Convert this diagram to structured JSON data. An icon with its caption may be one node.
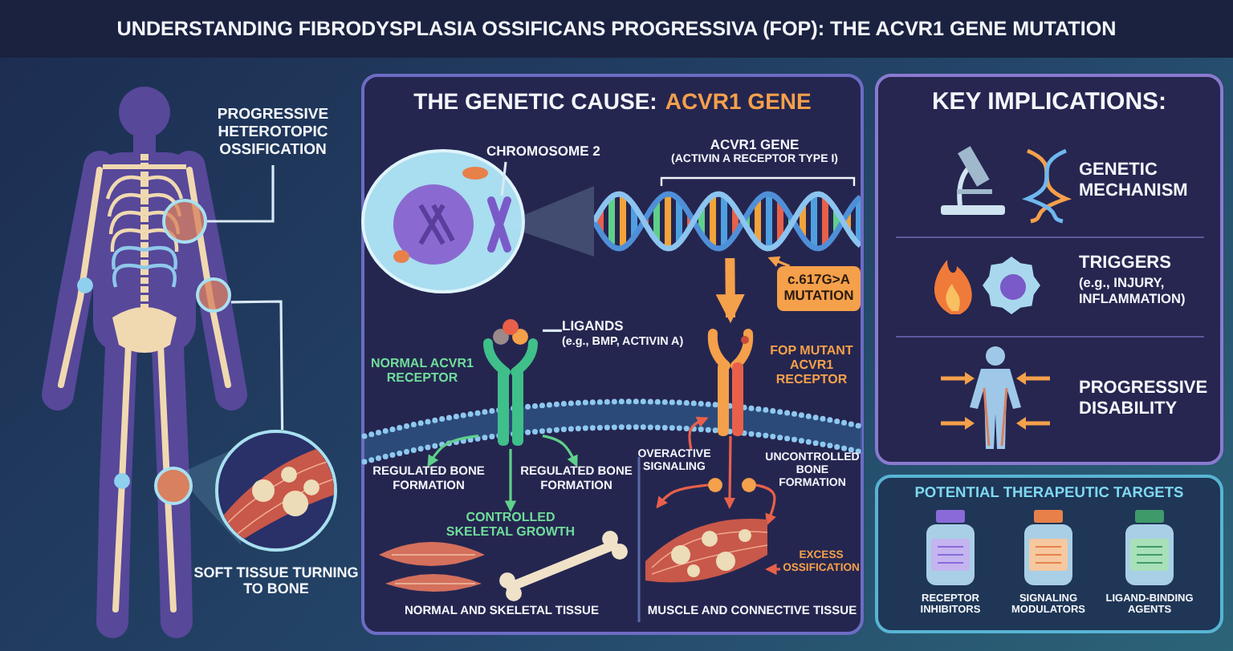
{
  "diagram": {
    "title": "UNDERSTANDING FIBRODYSPLASIA OSSIFICANS PROGRESSIVA (FOP): THE ACVR1 GENE MUTATION",
    "nodes": [
      {
        "text": [
          "PROGRESSIVE HETEROTOPIC OSSIFICATION"
        ]
      },
      {
        "text": [],
        "shape": "circle"
      },
      {
        "text": [],
        "shape": "circle"
      },
      {
        "text": [],
        "shape": "circle",
        "beside": [
          "SOFT TISSUE TURNING TO BONE"
        ]
      },
      {
        "text": [
          "THE GENETIC CAUSE:",
          "ACVR1 GENE"
        ]
      },
      {
        "text": [
          "CHROMOSOME 2"
        ],
        "in": 4
      },
      {
        "text": [],
        "shape": "picture",
        "in": 4
      },
      {
        "text": [
          "c.617G>A MUTATION"
        ],
        "in": 4
      },
      {
        "text": [
          "LIGANDS",
          "(e.g., BMP, ACTIVIN A)"
        ],
        "in": 4
      },
      {
        "text": [],
        "shape": "picture",
        "in": 4,
        "beside": [
          "NORMAL ACVR1 RECEPTOR"
        ]
      },
      {
        "text": [],
        "shape": "picture",
        "in": 4,
        "beside": [
          "FOP MUTANT ACVR1 RECEPTOR"
        ]
      },
      {
        "text": [
          "REGULATED BONE FORMATION"
        ],
        "in": 4
      },
      {
        "text": [
          "REGULATED BONE FORMATION"
        ],
        "in": 4
      },
      {
        "text": [
          "CONTROLLED SKELETAL GROWTH"
        ],
        "in": 4
      },
      {
        "text": [
          "OVERACTIVE SIGNALING"
        ],
        "in": 4
      },
      {
        "text": [],
        "shape": "picture",
        "in": 4,
        "beside": [
          "MUSCLE AND CONNECTIVE TISSUE"
        ]
      },
      {
        "text": [
          "EXCESS OSSIFICATION"
        ],
        "in": 4
      },
      {
        "text": [
          "KEY IMPLICATIONS:"
        ]
      },
      {
        "text": [
          "POTENTIAL THERAPEUTIC TARGETS"
        ]
      },
      {
        "text": [],
        "shape": "picture",
        "in": 4
      },
      {
        "text": [],
        "shape": "circle",
        "in": 4
      },
      {
        "text": [],
        "shape": "circle",
        "in": 4
      }
    ],
    "edges": [
      {
        "from": 0,
        "to": 1,
        "arrow": "none",
        "color": "#d8e8f5"
      },
      {
        "from": 2,
        "to": 3,
        "arrow": "none",
        "color": "#d8e8f5"
      },
      {
        "from": 5,
        "to": 6,
        "arrow": "none",
        "color": "#d8e8f5"
      },
      {
        "from": 8,
        "to": 9,
        "arrow": "none",
        "color": "#d8e8f5"
      },
      {
        "from": 7,
        "to": 19,
        "arrow": "to",
        "color": "#f5a04a"
      },
      {
        "from": 19,
        "to": 10,
        "arrow": "to",
        "style": "thick",
        "color": "#f5a04a"
      },
      {
        "from": 9,
        "to": 11,
        "arrow": "to",
        "color": "#5fd08a"
      },
      {
        "from": 9,
        "to": 12,
        "arrow": "to",
        "color": "#5fd08a"
      },
      {
        "from": 9,
        "to": 13,
        "arrow": "to",
        "color": "#5fd08a"
      },
      {
        "from": 14,
        "to": 10,
        "arrow": "to",
        "color": "#e8604a"
      },
      {
        "from": 10,
        "to": 15,
        "arrow": "to",
        "color": "#e8604a"
      },
      {
        "from": 16,
        "to": 15,
        "arrow": "to",
        "color": "#e8604a"
      },
      {
        "from": 20,
        "to": 15,
        "arrow": "to",
        "color": "#e8604a"
      },
      {
        "from": 21,
        "to": 15,
        "arrow": "to",
        "color": "#e8604a"
      }
    ],
    "labels": [
      "ACVR1 GENE",
      "(ACTIVIN A RECEPTOR TYPE I)",
      "UNCONTROLLED BONE FORMATION",
      "NORMAL AND SKELETAL TISSUE",
      "GENETIC MECHANISM",
      "TRIGGERS",
      "(e.g., INJURY, INFLAMMATION)",
      "PROGRESSIVE DISABILITY",
      "RECEPTOR INHIBITORS",
      "SIGNALING MODULATORS",
      "LIGAND-BINDING AGENTS"
    ]
  }
}
